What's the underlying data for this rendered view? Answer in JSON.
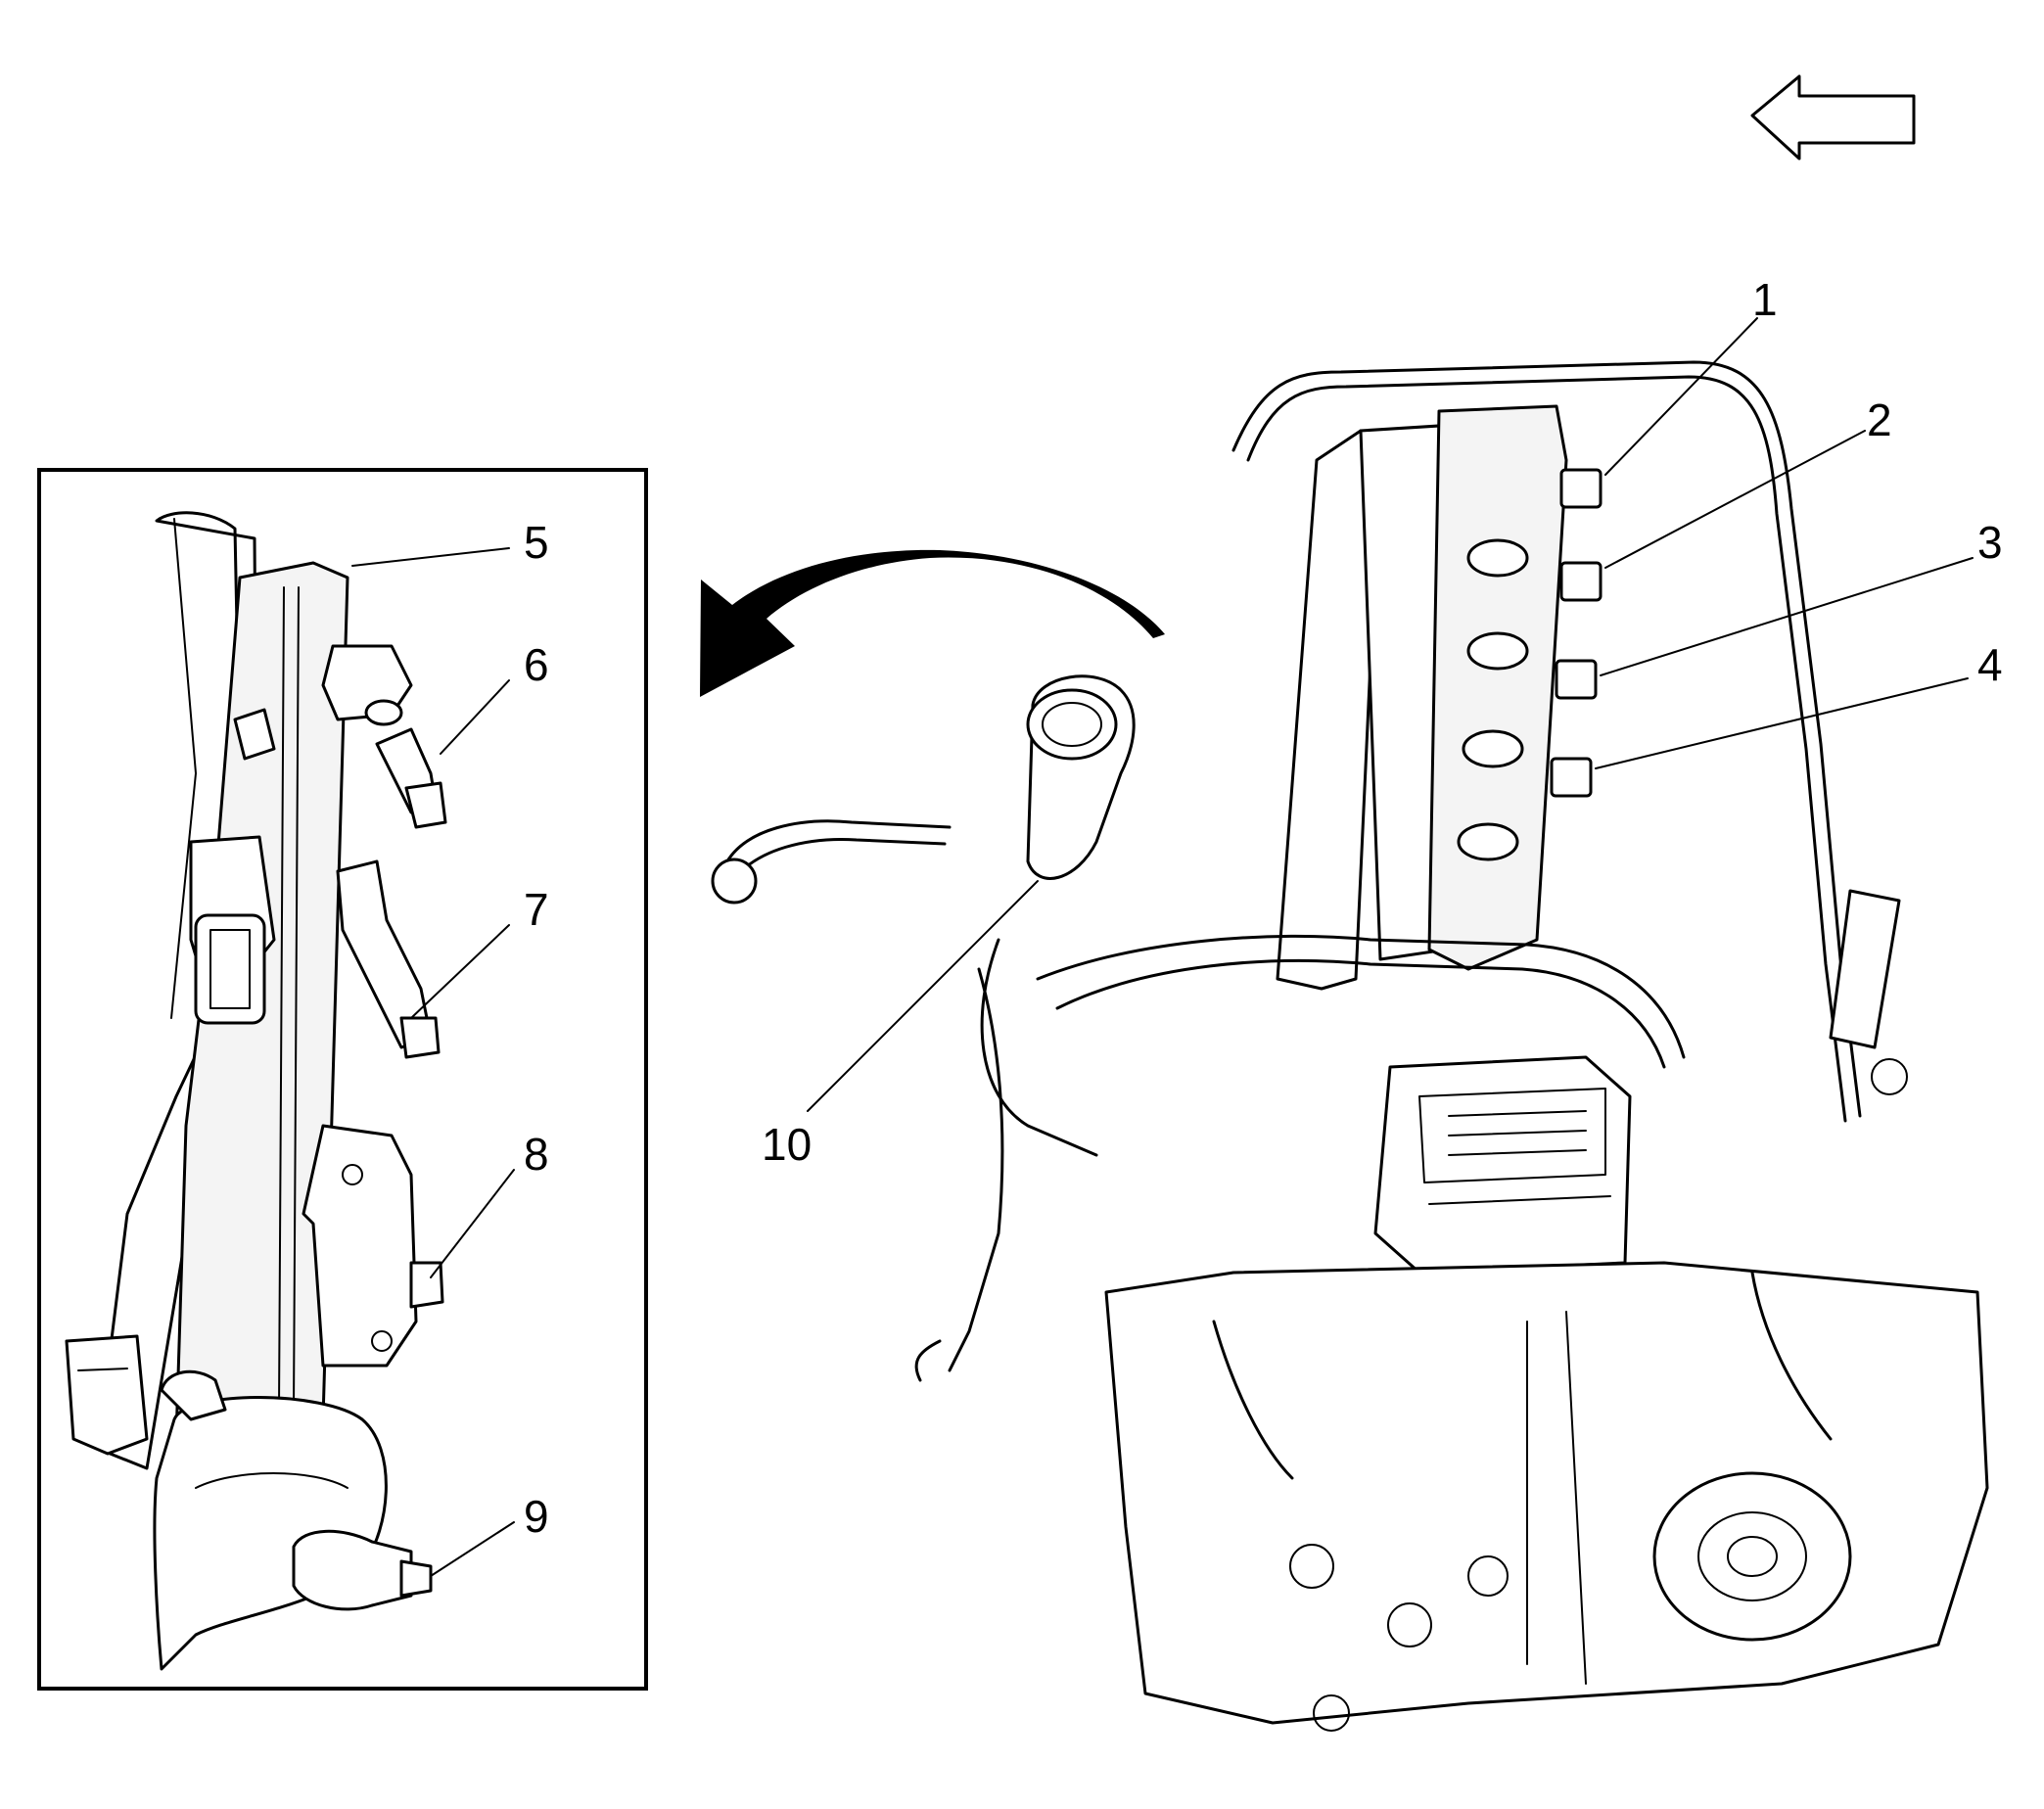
{
  "callouts": [
    {
      "id": "1",
      "text": "1"
    },
    {
      "id": "2",
      "text": "2"
    },
    {
      "id": "3",
      "text": "3"
    },
    {
      "id": "4",
      "text": "4"
    },
    {
      "id": "5",
      "text": "5"
    },
    {
      "id": "6",
      "text": "6"
    },
    {
      "id": "7",
      "text": "7"
    },
    {
      "id": "8",
      "text": "8"
    },
    {
      "id": "9",
      "text": "9"
    },
    {
      "id": "10",
      "text": "10"
    }
  ],
  "icons": {
    "direction_arrow": "left-arrow-outline-icon",
    "removal_arrow": "curved-arrow-left-icon"
  },
  "colors": {
    "line": "#000000",
    "background": "#ffffff"
  }
}
